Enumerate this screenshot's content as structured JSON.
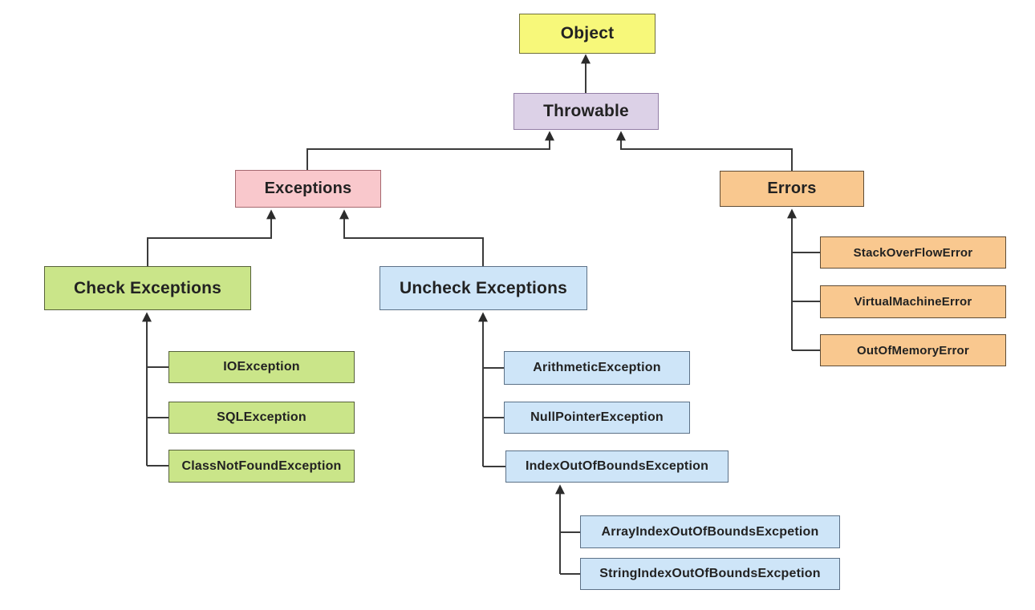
{
  "diagram": {
    "type": "class-hierarchy",
    "line_color": "#3b3b3b",
    "arrow_color": "#2b2b2b",
    "background": "#ffffff",
    "nodes": {
      "object": {
        "label": "Object",
        "fill": "#f7f87a",
        "border": "#70703a"
      },
      "throwable": {
        "label": "Throwable",
        "fill": "#dcd1e7",
        "border": "#937fa6"
      },
      "exceptions": {
        "label": "Exceptions",
        "fill": "#f9c8cc",
        "border": "#a5686f"
      },
      "errors": {
        "label": "Errors",
        "fill": "#f9c88f",
        "border": "#5f4c35"
      },
      "check_exceptions": {
        "label": "Check Exceptions",
        "fill": "#cae589",
        "border": "#56613a"
      },
      "uncheck_exceptions": {
        "label": "Uncheck Exceptions",
        "fill": "#cee5f8",
        "border": "#5c7187"
      },
      "io_exception": {
        "label": "IOException",
        "fill": "#cae589",
        "border": "#56613a"
      },
      "sql_exception": {
        "label": "SQLException",
        "fill": "#cae589",
        "border": "#56613a"
      },
      "class_not_found_exception": {
        "label": "ClassNotFoundException",
        "fill": "#cae589",
        "border": "#56613a"
      },
      "arithmetic_exception": {
        "label": "ArithmeticException",
        "fill": "#cee5f8",
        "border": "#5c7187"
      },
      "null_pointer_exception": {
        "label": "NullPointerException",
        "fill": "#cee5f8",
        "border": "#5c7187"
      },
      "index_out_of_bounds_exception": {
        "label": "IndexOutOfBoundsException",
        "fill": "#cee5f8",
        "border": "#5c7187"
      },
      "array_index_out_of_bounds": {
        "label": "ArrayIndexOutOfBoundsExcpetion",
        "fill": "#cee5f8",
        "border": "#5c7187"
      },
      "string_index_out_of_bounds": {
        "label": "StringIndexOutOfBoundsExcpetion",
        "fill": "#cee5f8",
        "border": "#5c7187"
      },
      "stack_overflow_error": {
        "label": "StackOverFlowError",
        "fill": "#f9c88f",
        "border": "#5f4c35"
      },
      "virtual_machine_error": {
        "label": "VirtualMachineError",
        "fill": "#f9c88f",
        "border": "#5f4c35"
      },
      "out_of_memory_error": {
        "label": "OutOfMemoryError",
        "fill": "#f9c88f",
        "border": "#5f4c35"
      }
    },
    "edges": [
      {
        "from": "throwable",
        "to": "object"
      },
      {
        "from": "exceptions",
        "to": "throwable"
      },
      {
        "from": "errors",
        "to": "throwable"
      },
      {
        "from": "check_exceptions",
        "to": "exceptions"
      },
      {
        "from": "uncheck_exceptions",
        "to": "exceptions"
      },
      {
        "from": "io_exception",
        "to": "check_exceptions"
      },
      {
        "from": "sql_exception",
        "to": "check_exceptions"
      },
      {
        "from": "class_not_found_exception",
        "to": "check_exceptions"
      },
      {
        "from": "arithmetic_exception",
        "to": "uncheck_exceptions"
      },
      {
        "from": "null_pointer_exception",
        "to": "uncheck_exceptions"
      },
      {
        "from": "index_out_of_bounds_exception",
        "to": "uncheck_exceptions"
      },
      {
        "from": "array_index_out_of_bounds",
        "to": "index_out_of_bounds_exception"
      },
      {
        "from": "string_index_out_of_bounds",
        "to": "index_out_of_bounds_exception"
      },
      {
        "from": "stack_overflow_error",
        "to": "errors"
      },
      {
        "from": "virtual_machine_error",
        "to": "errors"
      },
      {
        "from": "out_of_memory_error",
        "to": "errors"
      }
    ]
  }
}
